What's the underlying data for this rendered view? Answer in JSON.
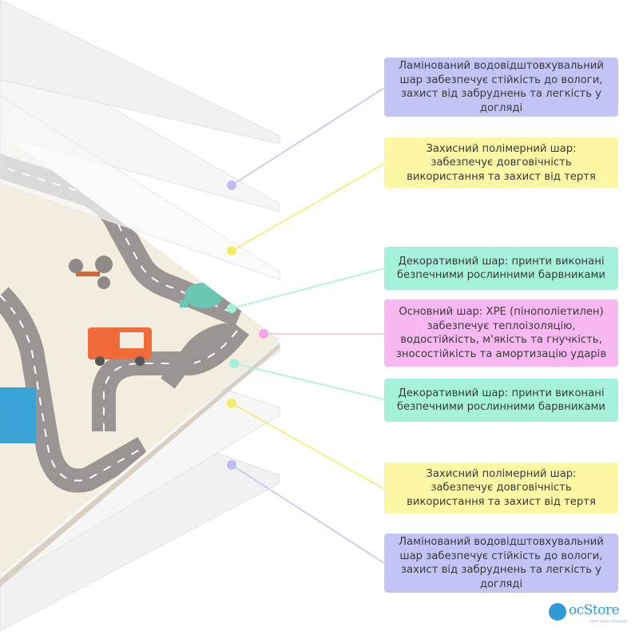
{
  "colors": {
    "purple": "#c3c3f5",
    "yellow": "#fbf7a4",
    "mint": "#a6f1dc",
    "pink": "#f7b7f0",
    "purple_dot": "#bdbdf2",
    "yellow_dot": "#f2ee6c",
    "mint_dot": "#a3efd9",
    "pink_dot": "#f0a6e7",
    "logo": "#2f9ad6"
  },
  "layers": [
    {
      "id": "laminated-top",
      "color_key": "purple",
      "lines": [
        "Ламінований водовідштовхувальний",
        "шар забезпечує стійкість до вологи,",
        "захист від забруднень та легкість у",
        "догляді"
      ]
    },
    {
      "id": "protective-top",
      "color_key": "yellow",
      "lines": [
        "Захисний полімерний шар:",
        "забезпечує довговічність",
        "використання та захист від тертя"
      ]
    },
    {
      "id": "decorative-top",
      "color_key": "mint",
      "lines": [
        "Декоративний шар: принти виконані",
        "безпечними рослинними барвниками"
      ]
    },
    {
      "id": "core",
      "color_key": "pink",
      "lines": [
        "Основний шар: XPE (пінополіетилен)",
        "забезпечує теплоізоляцію,",
        "водостійкість, м'якість та гнучкість,",
        "зносостійкість та амортизацію ударів"
      ]
    },
    {
      "id": "decorative-bottom",
      "color_key": "mint",
      "lines": [
        "Декоративний шар: принти виконані",
        "безпечними рослинними барвниками"
      ]
    },
    {
      "id": "protective-bottom",
      "color_key": "yellow",
      "lines": [
        "Захисний полімерний шар:",
        "забезпечує довговічність",
        "використання та захист від тертя"
      ]
    },
    {
      "id": "laminated-bottom",
      "color_key": "purple",
      "lines": [
        "Ламінований водовідштовхувальний",
        "шар забезпечує стійкість до вологи,",
        "захист від забруднень та легкість у",
        "догляді"
      ]
    }
  ],
  "logo": {
    "text": "ocStore",
    "subtitle": "Open Source Shopping"
  }
}
